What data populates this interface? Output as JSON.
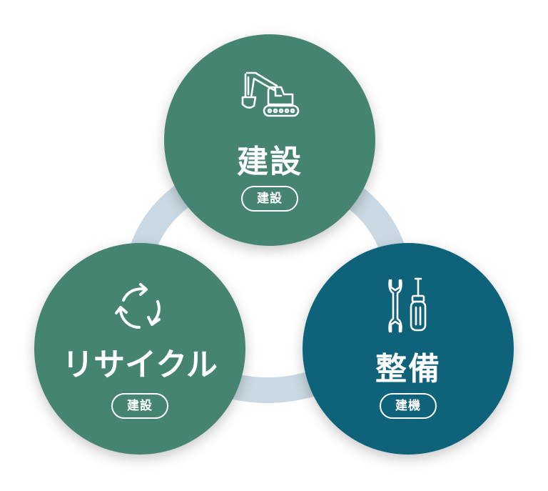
{
  "colors": {
    "green": "#448470",
    "teal": "#0e627a",
    "ring": "#c9d8e2"
  },
  "nodes": [
    {
      "id": "top",
      "title": "建設",
      "tag": "建設",
      "icon": "excavator-icon",
      "color": "#448470"
    },
    {
      "id": "left",
      "title": "リサイクル",
      "tag": "建設",
      "icon": "recycle-icon",
      "color": "#448470"
    },
    {
      "id": "right",
      "title": "整備",
      "tag": "建機",
      "icon": "tools-icon",
      "color": "#0e627a"
    }
  ]
}
